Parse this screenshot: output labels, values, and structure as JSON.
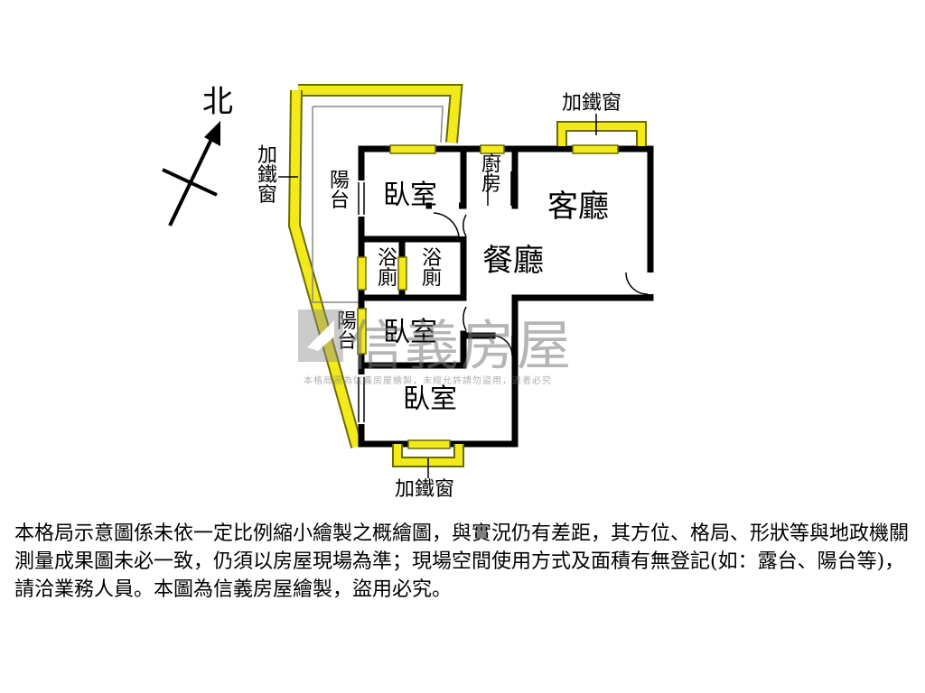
{
  "compass": {
    "label": "北"
  },
  "rooms": {
    "bedroom_north": "臥室",
    "bedroom_middle": "臥室",
    "bedroom_south": "臥室",
    "kitchen": "廚房",
    "living_room": "客廳",
    "dining_room": "餐廳",
    "bathroom_1": "浴廁",
    "bathroom_2": "浴廁",
    "balcony_upper": "陽台",
    "balcony_lower": "陽台"
  },
  "annotations": {
    "iron_window_left": "加鐵窗",
    "iron_window_top": "加鐵窗",
    "iron_window_bottom": "加鐵窗"
  },
  "watermark": {
    "brand": "信義房屋",
    "note": "本格局圖為信義房屋繪製，未經允許請勿盜用，違者必究"
  },
  "disclaimer": "本格局示意圖係未依一定比例縮小繪製之概繪圖，與實況仍有差距，其方位、格局、形狀等與地政機關測量成果圖未必一致，仍須以房屋現場為準；現場空間使用方式及面積有無登記(如：露台、陽台等)，請洽業務人員。本圖為信義房屋繪製，盜用必究。",
  "colors": {
    "wall": "#000000",
    "window": "#f2ea1a",
    "window_edge": "#6b6b00",
    "watermark": "#808080"
  }
}
